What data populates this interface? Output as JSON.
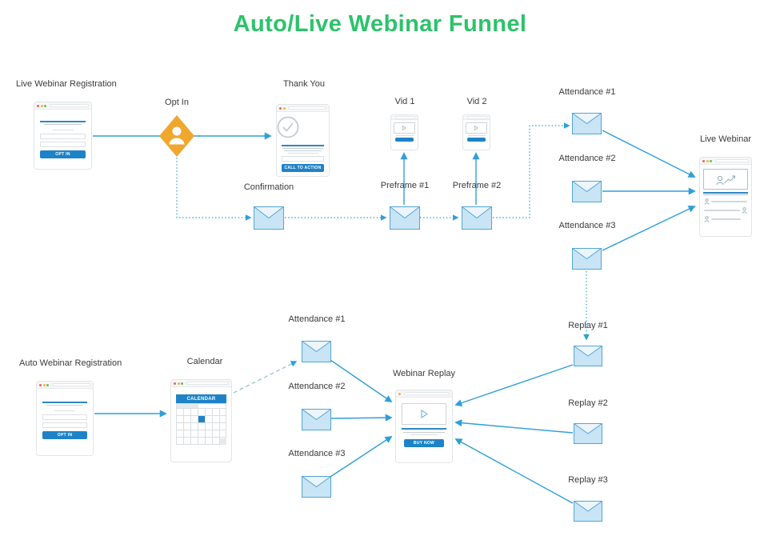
{
  "title": "Auto/Live Webinar Funnel",
  "labels": {
    "live_registration": "Live Webinar Registration",
    "opt_in": "Opt In",
    "thank_you": "Thank You",
    "confirmation": "Confirmation",
    "vid1": "Vid 1",
    "vid2": "Vid 2",
    "preframe1": "Preframe #1",
    "preframe2": "Preframe #2",
    "attendance1_top": "Attendance #1",
    "attendance2_top": "Attendance #2",
    "attendance3_top": "Attendance #3",
    "live_webinar": "Live Webinar",
    "auto_registration": "Auto Webinar Registration",
    "calendar": "Calendar",
    "attendance1_bottom": "Attendance #1",
    "attendance2_bottom": "Attendance #2",
    "attendance3_bottom": "Attendance #3",
    "webinar_replay": "Webinar Replay",
    "replay1": "Replay #1",
    "replay2": "Replay #2",
    "replay3": "Replay #3"
  },
  "buttons": {
    "opt_in": "OPT IN",
    "call_to_action": "CALL TO ACTION",
    "calendar_header": "CALENDAR",
    "buy_now": "BUY NOW"
  },
  "colors": {
    "title_green": "#2BC36B",
    "connector_blue": "#2F9FD8",
    "dashed_teal": "#90C0C6",
    "diamond_orange": "#F0A72E",
    "envelope_fill": "#C8E4F5",
    "envelope_border": "#54A5D5",
    "button_blue": "#1E82C8",
    "divider_blue": "#2E86C1"
  }
}
